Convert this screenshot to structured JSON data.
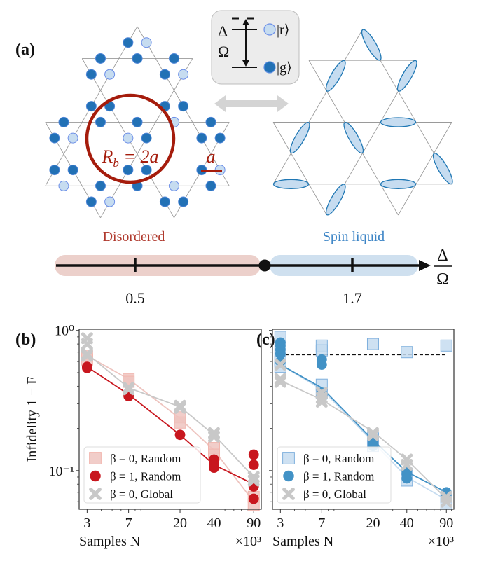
{
  "panel_labels": {
    "a": "(a)",
    "b": "(b)",
    "c": "(c)"
  },
  "diagram": {
    "inset": {
      "delta": "Δ",
      "omega": "Ω",
      "ket_r": "|r⟩",
      "ket_g": "|g⟩"
    },
    "blockade_label": {
      "symbol": "R",
      "sub": "b",
      "rest": " = 2a"
    },
    "spacing_label": "a",
    "phase": {
      "left_label": "Disordered",
      "right_label": "Spin liquid",
      "ticks": [
        "0.5",
        "1.7"
      ],
      "axis_num": "Δ",
      "axis_den": "Ω"
    },
    "colors": {
      "ground_atom": "#2271b5",
      "rydberg_atom": "#c6dcf0",
      "blockade": "#a51c0c",
      "disordered": "#b03a2e",
      "spin_liquid": "#3d85c6"
    }
  },
  "chart_data": [
    {
      "type": "line",
      "panel": "(b)",
      "xscale": "log",
      "yscale": "log",
      "x": [
        3,
        7,
        20,
        40,
        90
      ],
      "xtick_labels": [
        "3",
        "7",
        "20",
        "40",
        "90"
      ],
      "x_multiplier": "×10³",
      "xlabel": "Samples N",
      "ylabel": "Infidelity 1 − F",
      "ytick_labels": [
        "10⁰",
        "10⁻¹"
      ],
      "yticks": [
        1,
        0.1
      ],
      "xlim": [
        2.55,
        105
      ],
      "ylim": [
        0.053,
        1.02
      ],
      "grid": false,
      "legend": "bottom-left",
      "series": [
        {
          "name": "β = 0, Random",
          "marker": "square",
          "color": "#eec4bf",
          "values": [
            0.66,
            0.45,
            0.235,
            0.14,
            0.06
          ],
          "points": [
            [
              0.66,
              0.62
            ],
            [
              0.45,
              0.43
            ],
            [
              0.24,
              0.22
            ],
            [
              0.145,
              0.13
            ],
            [
              0.065,
              0.057
            ]
          ]
        },
        {
          "name": "β = 1, Random",
          "marker": "circle",
          "color": "#c8161e",
          "values": [
            0.55,
            0.35,
            0.18,
            0.11,
            0.08
          ],
          "points": [
            [
              0.55,
              0.54
            ],
            [
              0.35,
              0.34
            ],
            [
              0.18
            ],
            [
              0.12,
              0.11,
              0.105
            ],
            [
              0.13,
              0.11,
              0.077,
              0.063
            ]
          ]
        },
        {
          "name": "β = 0, Global",
          "marker": "x",
          "color": "#c8c8c8",
          "values": [
            0.68,
            0.39,
            0.285,
            0.18,
            0.09
          ],
          "points": [
            [
              0.88,
              0.8,
              0.68,
              0.66
            ],
            [
              0.39,
              0.38
            ],
            [
              0.29,
              0.28
            ],
            [
              0.185,
              0.175
            ],
            [
              0.09,
              0.085
            ]
          ]
        }
      ]
    },
    {
      "type": "line",
      "panel": "(c)",
      "xscale": "log",
      "yscale": "log",
      "x": [
        3,
        7,
        20,
        40,
        90
      ],
      "xtick_labels": [
        "3",
        "7",
        "20",
        "40",
        "90"
      ],
      "x_multiplier": "×10³",
      "xlabel": "Samples N",
      "ylabel": "",
      "ytick_labels": [],
      "yticks": [
        1,
        0.1
      ],
      "xlim": [
        2.55,
        105
      ],
      "ylim": [
        0.053,
        1.02
      ],
      "grid": false,
      "legend": "bottom-left",
      "reference_line": {
        "y": 0.67,
        "style": "dashed"
      },
      "series": [
        {
          "name": "β = 0, Random",
          "marker": "square",
          "color": "#c6dcf0",
          "values": [
            0.57,
            0.38,
            0.16,
            0.09,
            0.062
          ],
          "points": [
            [
              0.9,
              0.75,
              0.62,
              0.55,
              0.6
            ],
            [
              0.78,
              0.72,
              0.41,
              0.36
            ],
            [
              0.8,
              0.17,
              0.15
            ],
            [
              0.7,
              0.095,
              0.085
            ],
            [
              0.78,
              0.065,
              0.058
            ]
          ]
        },
        {
          "name": "β = 1, Random",
          "marker": "circle",
          "color": "#4292c6",
          "values": [
            0.57,
            0.39,
            0.165,
            0.098,
            0.07
          ],
          "points": [
            [
              0.82,
              0.78,
              0.73,
              0.68,
              0.6
            ],
            [
              0.62,
              0.57,
              0.36,
              0.33
            ],
            [
              0.17,
              0.16,
              0.15
            ],
            [
              0.1,
              0.095,
              0.088
            ],
            [
              0.07,
              0.067,
              0.065
            ]
          ]
        },
        {
          "name": "β = 0, Global",
          "marker": "x",
          "color": "#c8c8c8",
          "values": [
            0.44,
            0.32,
            0.19,
            0.12,
            0.063
          ],
          "points": [
            [
              0.57,
              0.45,
              0.43
            ],
            [
              0.36,
              0.33,
              0.31
            ],
            [
              0.185,
              0.18
            ],
            [
              0.12,
              0.11
            ],
            [
              0.065,
              0.06
            ]
          ]
        }
      ]
    }
  ]
}
